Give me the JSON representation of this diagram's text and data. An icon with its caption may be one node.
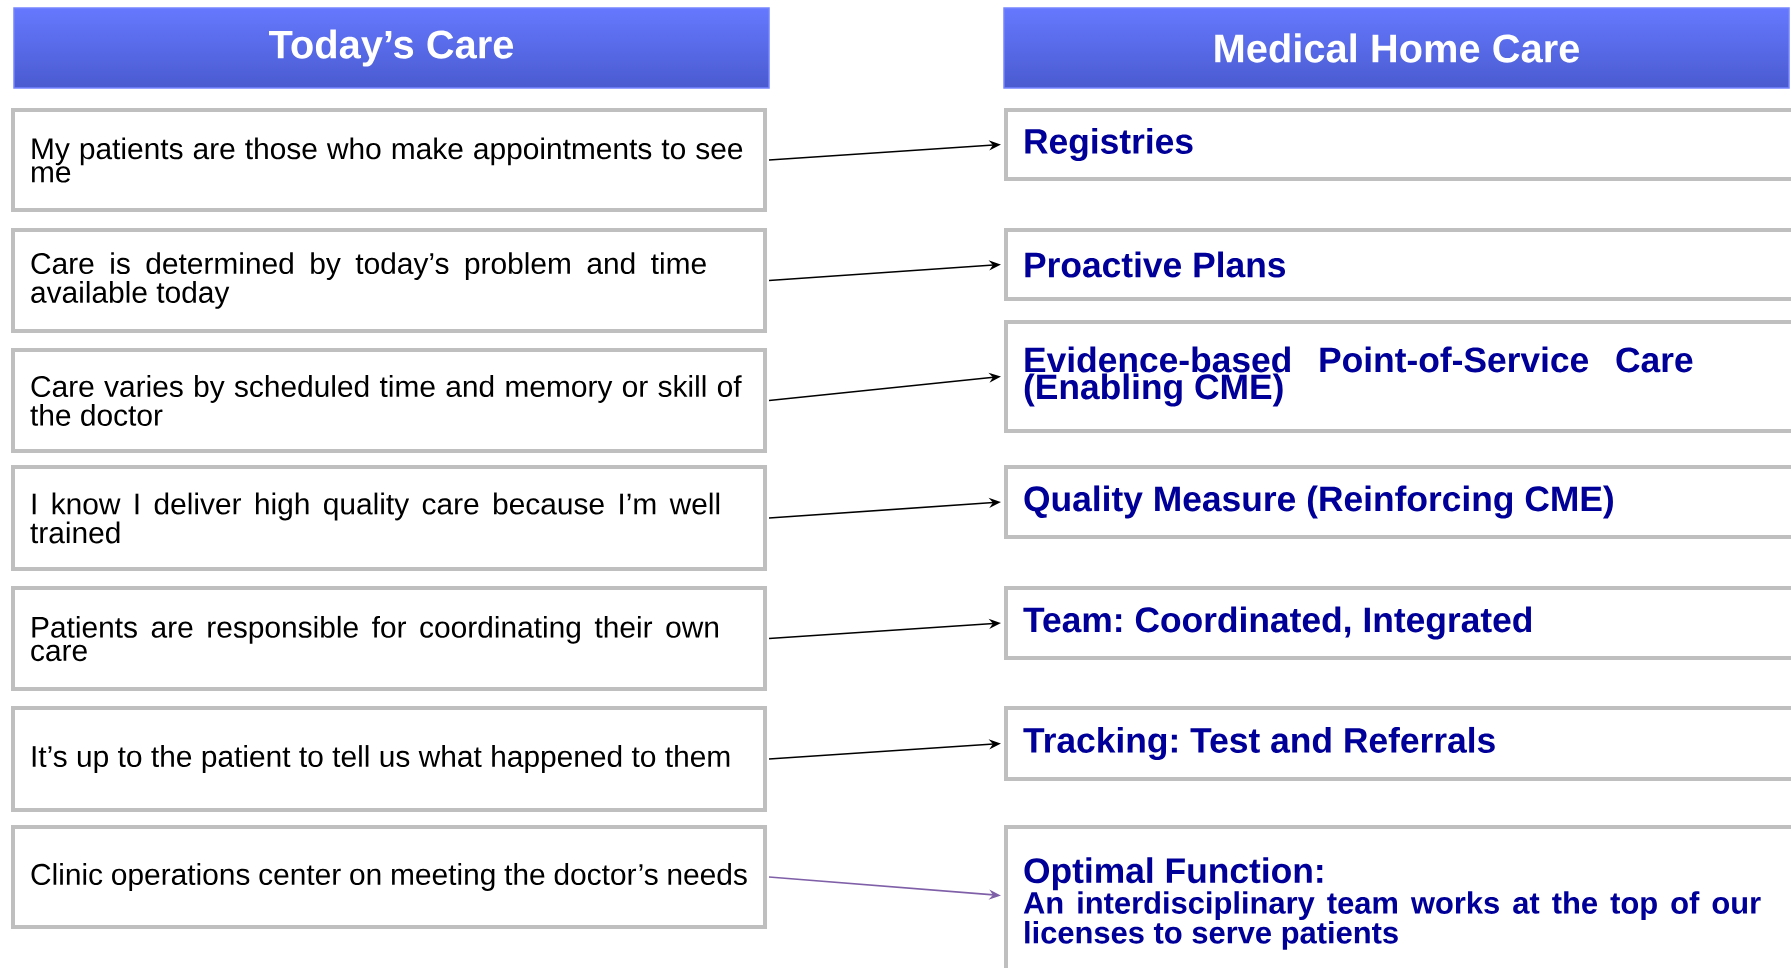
{
  "diagram": {
    "nodes": [
      {
        "text": [
          "Today’s Care"
        ]
      },
      {
        "text": [
          "Medical Home Care"
        ]
      },
      {
        "text": [
          "My patients are those who make appointments to see me"
        ]
      },
      {
        "text": [
          "Registries"
        ]
      },
      {
        "text": [
          "Care is determined by today’s problem and time available today"
        ]
      },
      {
        "text": [
          "Proactive Plans"
        ]
      },
      {
        "text": [
          "Care varies by scheduled time and memory or skill of the doctor"
        ]
      },
      {
        "text": [
          "Evidence-based Point-of-Service Care (Enabling CME)"
        ]
      },
      {
        "text": [
          "I know I deliver high quality care because I’m well trained"
        ]
      },
      {
        "text": [
          "Quality Measure (Reinforcing CME)"
        ]
      },
      {
        "text": [
          "Patients are responsible for coordinating their own care"
        ]
      },
      {
        "text": [
          "Team: Coordinated, Integrated"
        ]
      },
      {
        "text": [
          "It’s up to the patient to tell us what happened to them"
        ]
      },
      {
        "text": [
          "Tracking:  Test and Referrals"
        ]
      },
      {
        "text": [
          "Clinic operations center on meeting the doctor’s needs"
        ]
      },
      {
        "text": [
          "Optimal Function:",
          "An interdisciplinary team works at the top of our licenses to serve patients"
        ]
      }
    ],
    "edges": [
      {
        "from": 2,
        "to": 3,
        "arrow": "to"
      },
      {
        "from": 4,
        "to": 5,
        "arrow": "to"
      },
      {
        "from": 6,
        "to": 7,
        "arrow": "to"
      },
      {
        "from": 8,
        "to": 9,
        "arrow": "to"
      },
      {
        "from": 10,
        "to": 11,
        "arrow": "to"
      },
      {
        "from": 12,
        "to": 13,
        "arrow": "to"
      },
      {
        "from": 14,
        "to": 15,
        "arrow": "to",
        "color": "#7f60a8"
      }
    ]
  }
}
